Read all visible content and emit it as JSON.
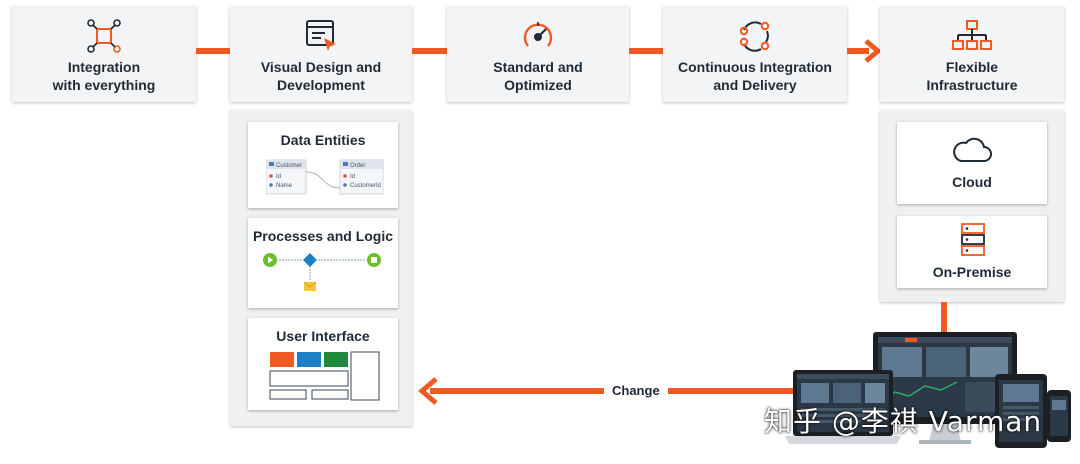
{
  "steps": [
    {
      "label": "Integration\nwith everything",
      "icon": "integration-icon"
    },
    {
      "label": "Visual Design and\nDevelopment",
      "icon": "visual-design-icon"
    },
    {
      "label": "Standard and\nOptimized",
      "icon": "gauge-icon"
    },
    {
      "label": "Continuous Integration\nand Delivery",
      "icon": "cycle-icon"
    },
    {
      "label": "Flexible\nInfrastructure",
      "icon": "hierarchy-icon"
    }
  ],
  "design_panel": {
    "data_entities": {
      "title": "Data Entities",
      "entity1": {
        "name": "Customer",
        "fields": [
          "Id",
          "Name"
        ]
      },
      "entity2": {
        "name": "Order",
        "fields": [
          "Id",
          "CustomerId"
        ]
      }
    },
    "processes": {
      "title": "Processes and Logic"
    },
    "user_interface": {
      "title": "User Interface"
    }
  },
  "infra_panel": {
    "cloud": {
      "title": "Cloud"
    },
    "on_premise": {
      "title": "On-Premise"
    }
  },
  "feedback": {
    "label": "Change"
  },
  "watermark": "知乎 @李祺 Varman",
  "colors": {
    "accent": "#f05a22",
    "blue": "#1e7fc4",
    "green": "#1f8a3c",
    "lime": "#6cbf2a"
  }
}
